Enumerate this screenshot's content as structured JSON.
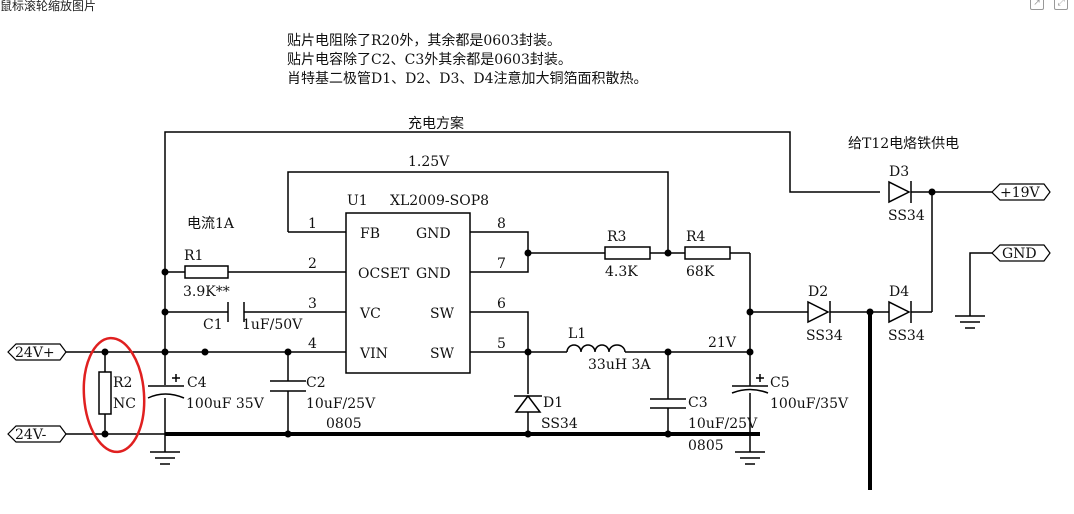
{
  "viewer": {
    "hint": "鼠标滚轮缩放图片",
    "toolbar_icons": [
      "open-in-new-icon",
      "fullscreen-icon"
    ]
  },
  "notes": [
    "贴片电阻除了R20外，其余都是0603封装。",
    "贴片电容除了C2、C3外其余都是0603封装。",
    "肖特基二极管D1、D2、D3、D4注意加大铜箔面积散热。"
  ],
  "labels": {
    "charge_scheme": "充电方案",
    "power_t12": "给T12电烙铁供电",
    "current": "电流1A",
    "fb_voltage": "1.25V",
    "out_voltage": "21V",
    "c3_pkg": "0805",
    "c2_pkg": "0805"
  },
  "ic": {
    "ref": "U1",
    "part": "XL2009-SOP8",
    "pins_left": [
      {
        "num": "1",
        "name": "FB"
      },
      {
        "num": "2",
        "name": "OCSET"
      },
      {
        "num": "3",
        "name": "VC"
      },
      {
        "num": "4",
        "name": "VIN"
      }
    ],
    "pins_right": [
      {
        "num": "8",
        "name": "GND"
      },
      {
        "num": "7",
        "name": "GND"
      },
      {
        "num": "6",
        "name": "SW"
      },
      {
        "num": "5",
        "name": "SW"
      }
    ]
  },
  "ports": {
    "vin_pos": "24V+",
    "vin_neg": "24V-",
    "out_pos": "+19V",
    "gnd": "GND"
  },
  "components": {
    "R1": {
      "ref": "R1",
      "value": "3.9K**"
    },
    "R2": {
      "ref": "R2",
      "value": "NC"
    },
    "R3": {
      "ref": "R3",
      "value": "4.3K"
    },
    "R4": {
      "ref": "R4",
      "value": "68K"
    },
    "C1": {
      "ref": "C1",
      "value": "1uF/50V"
    },
    "C2": {
      "ref": "C2",
      "value": "10uF/25V"
    },
    "C3": {
      "ref": "C3",
      "value": "10uF/25V"
    },
    "C4": {
      "ref": "C4",
      "value": "100uF 35V"
    },
    "C5": {
      "ref": "C5",
      "value": "100uF/35V"
    },
    "L1": {
      "ref": "L1",
      "value": "33uH 3A"
    },
    "D1": {
      "ref": "D1",
      "value": "SS34"
    },
    "D2": {
      "ref": "D2",
      "value": "SS34"
    },
    "D3": {
      "ref": "D3",
      "value": "SS34"
    },
    "D4": {
      "ref": "D4",
      "value": "SS34"
    }
  },
  "colors": {
    "wire": "#000000",
    "highlight": "#e02020"
  }
}
